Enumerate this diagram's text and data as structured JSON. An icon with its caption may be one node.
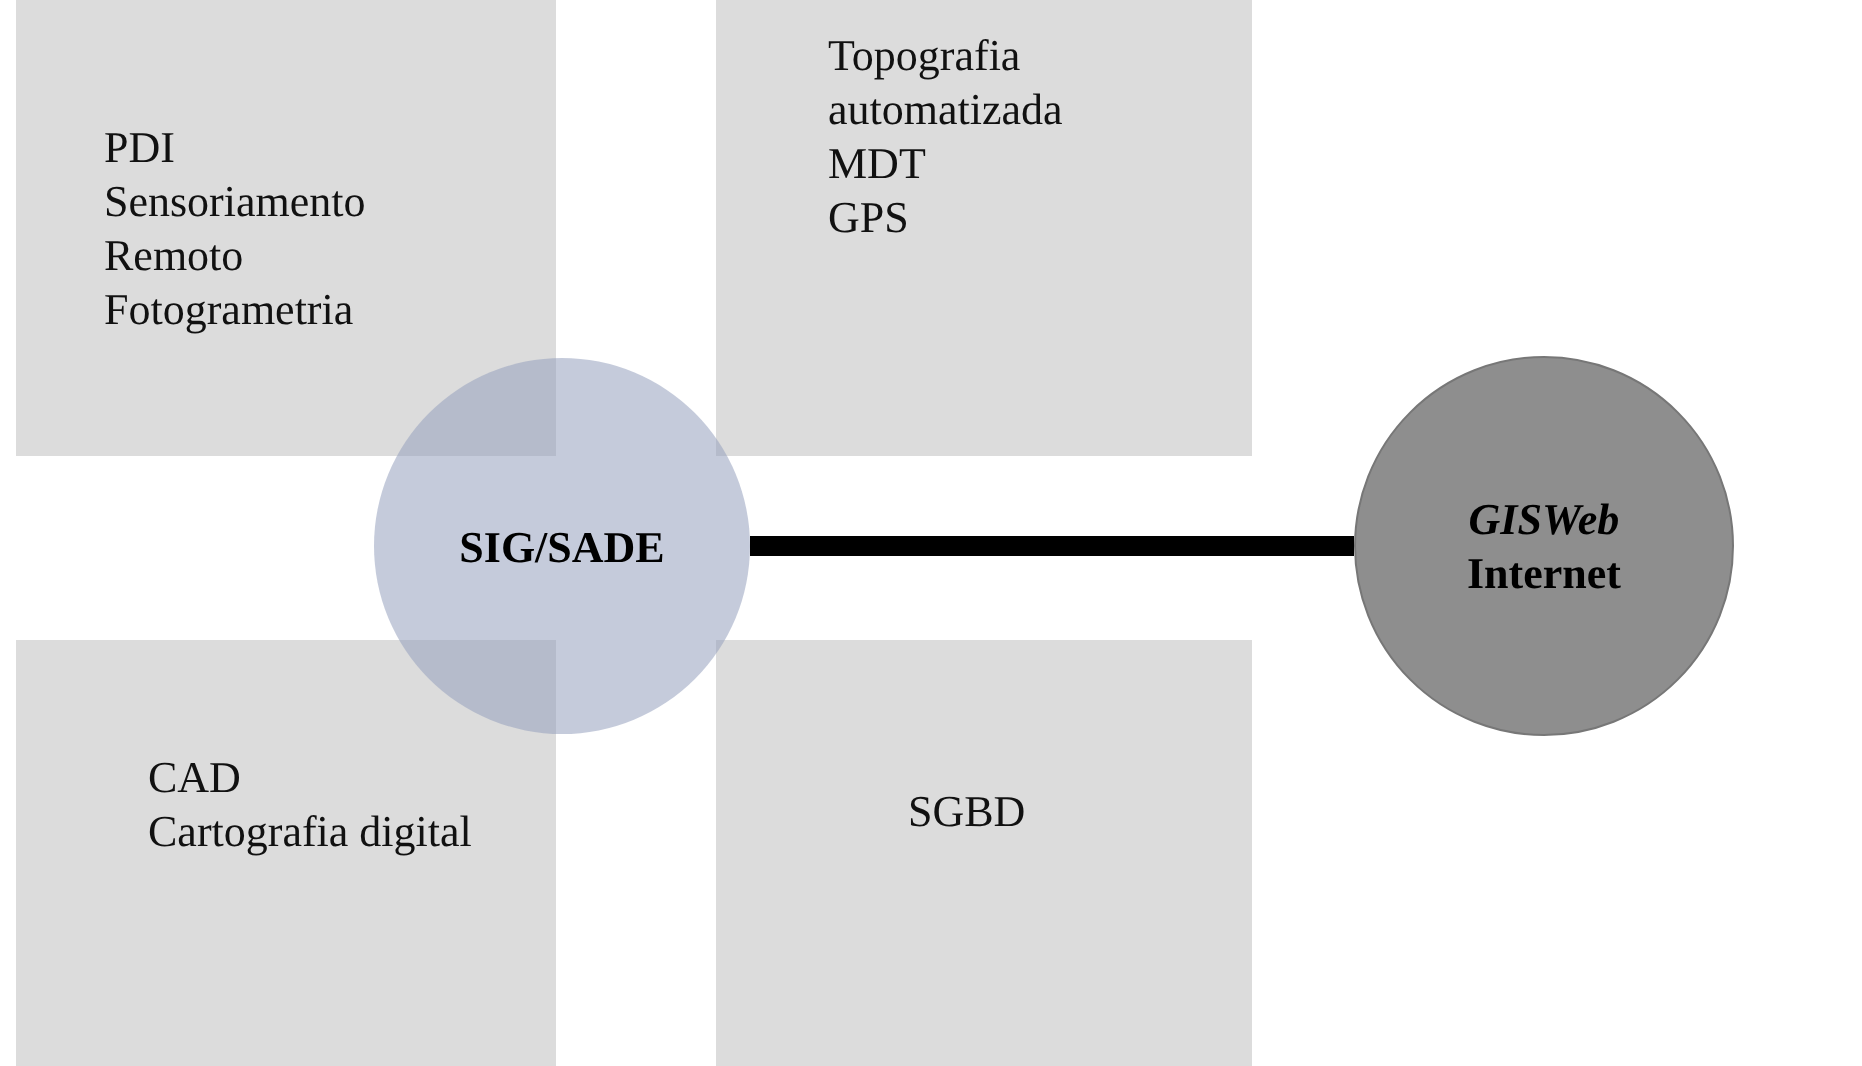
{
  "diagram": {
    "nodes": [
      {
        "text": [
          "PDI",
          "Sensoriamento Remoto",
          "Fotogrametria"
        ]
      },
      {
        "text": [
          "Topografia automatizada",
          "MDT",
          "GPS"
        ]
      },
      {
        "text": [
          "SIG/SADE"
        ]
      },
      {
        "text": [
          "*GISWeb* Internet"
        ]
      },
      {
        "text": [
          "CAD",
          "Cartografia digital"
        ]
      },
      {
        "text": [
          "SGBD"
        ]
      }
    ],
    "edges": [
      {
        "from": 2,
        "to": 3,
        "arrow": "none"
      }
    ]
  }
}
